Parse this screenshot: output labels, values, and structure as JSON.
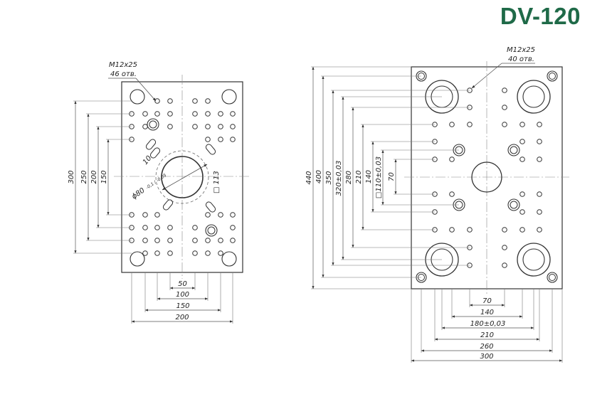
{
  "title": "DV-120",
  "colors": {
    "title": "#1f6a48",
    "line": "#333333",
    "dim": "#555555"
  },
  "left_plate": {
    "callout": {
      "thread": "M12x25",
      "count": "46 отв."
    },
    "dims_vertical": [
      "300",
      "250",
      "200",
      "150"
    ],
    "dims_horizontal": [
      "50",
      "100",
      "150",
      "200"
    ],
    "slot_dim": "10",
    "bore_dim": "ϕ80",
    "bore_tol": "-0,1 / -0,05",
    "square_dim": "□ 113"
  },
  "right_plate": {
    "callout": {
      "thread": "M12x25",
      "count": "40 отв."
    },
    "dims_vertical": [
      "440",
      "400",
      "350",
      "320±0,03",
      "280",
      "210",
      "140",
      "□110±0,03",
      "70"
    ],
    "dims_horizontal": [
      "70",
      "140",
      "180±0,03",
      "210",
      "260",
      "300"
    ]
  }
}
